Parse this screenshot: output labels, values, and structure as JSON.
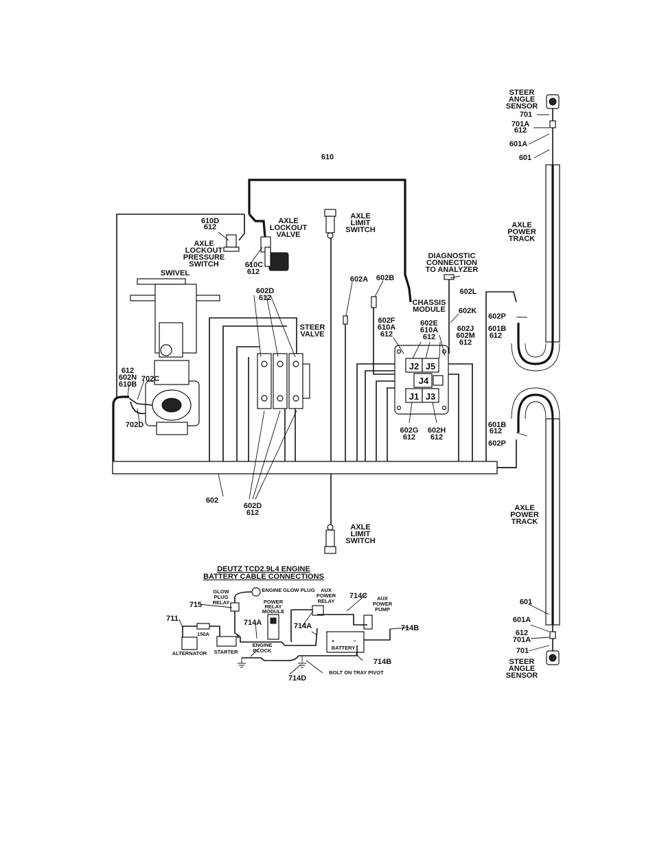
{
  "top_wire": "610",
  "steer_sensor_top": [
    "STEER",
    "ANGLE",
    "SENSOR"
  ],
  "steer_sensor_bottom": [
    "STEER",
    "ANGLE",
    "SENSOR"
  ],
  "w701": "701",
  "w701a": "701A",
  "w612": "612",
  "w601a": "601A",
  "w601": "601",
  "axle_power_track_top": [
    "AXLE",
    "POWER",
    "TRACK"
  ],
  "axle_power_track_bottom": [
    "AXLE",
    "POWER",
    "TRACK"
  ],
  "w602p": "602P",
  "w601b": "601B",
  "w610d": "610D",
  "w610c": "610C",
  "axle_lockout_valve": [
    "AXLE",
    "LOCKOUT",
    "VALVE"
  ],
  "axle_lockout_pressure_switch": [
    "AXLE",
    "LOCKOUT",
    "PRESSURE",
    "SWITCH"
  ],
  "axle_limit_switch_top": [
    "AXLE",
    "LIMIT",
    "SWITCH"
  ],
  "axle_limit_switch_bottom": [
    "AXLE",
    "LIMIT",
    "SWITCH"
  ],
  "diagnostic": [
    "DIAGNOSTIC",
    "CONNECTION",
    "TO ANALYZER"
  ],
  "swivel": "SWIVEL",
  "w602a": "602A",
  "w602b": "602B",
  "w602l": "602L",
  "w602k": "602K",
  "chassis_module": [
    "CHASSIS",
    "MODULE"
  ],
  "w602d": "602D",
  "steer_valve": [
    "STEER",
    "VALVE"
  ],
  "w602f": "602F",
  "w610a": "610A",
  "w602e": "602E",
  "w602j": "602J",
  "w602m": "602M",
  "w602n": "602N",
  "w610b": "610B",
  "w702c": "702C",
  "w702d": "702D",
  "j1": "J1",
  "j2": "J2",
  "j3": "J3",
  "j4": "J4",
  "j5": "J5",
  "w602g": "602G",
  "w602h": "602H",
  "w602": "602",
  "engine_title": [
    "DEUTZ  TCD2.9L4 ENGINE",
    "BATTERY CABLE CONNECTIONS"
  ],
  "glow_plug_relay": [
    "GLOW",
    "PLUG",
    "RELAY"
  ],
  "engine_glow_plug": "ENGINE GLOW PLUG",
  "aux_power_relay": [
    "AUX",
    "POWER",
    "RELAY"
  ],
  "aux_power_pump": [
    "AUX",
    "POWER",
    "PUMP"
  ],
  "power_relay_module": [
    "POWER",
    "RELAY",
    "MODULE"
  ],
  "w714c": "714C",
  "w715": "715",
  "w711": "711",
  "w714a": "714A",
  "w714b": "714B",
  "w714d": "714D",
  "fuse_150a": "150A",
  "alternator": "ALTERNATOR",
  "starter": "STARTER",
  "engine_block": [
    "ENGINE",
    "BLOCK"
  ],
  "battery": "BATTERY",
  "battery_plus": "+",
  "battery_minus": "−",
  "bolt_on_tray_pivot": "BOLT ON TRAY PIVOT"
}
